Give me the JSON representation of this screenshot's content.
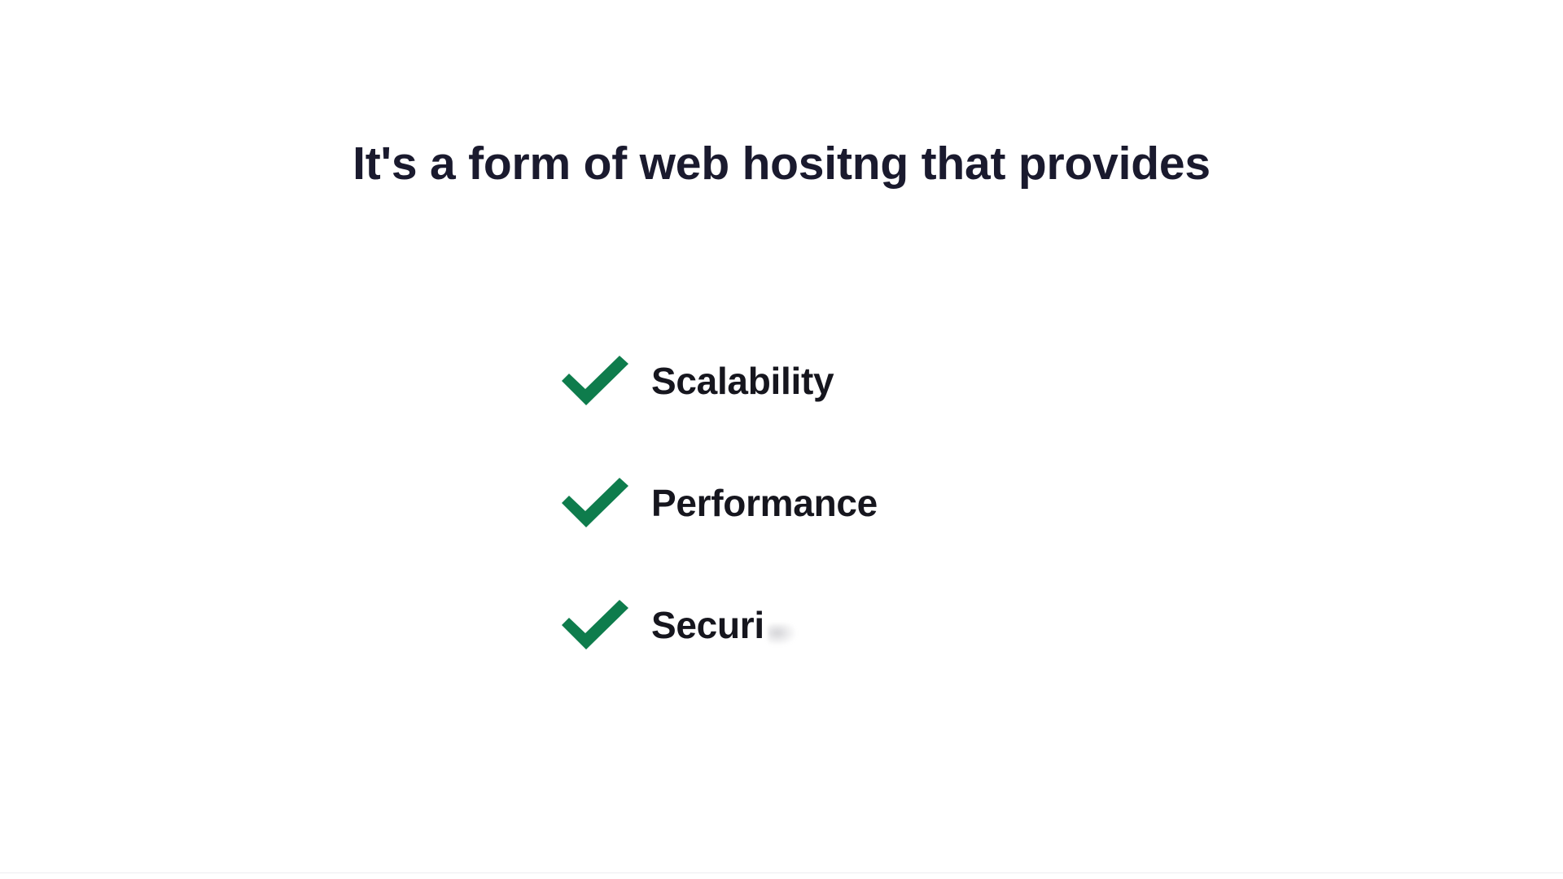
{
  "slide": {
    "background_color": "#ffffff",
    "headline": "It's a form of web hositng that provides",
    "headline_color": "#1a1a2e"
  },
  "checklist": {
    "check_color": "#0e7c4c",
    "label_color": "#16161e",
    "items": [
      {
        "icon": "check-icon",
        "label": "Scalability"
      },
      {
        "icon": "check-icon",
        "label": "Performance"
      },
      {
        "icon": "check-icon",
        "label": "Securi"
      }
    ]
  }
}
